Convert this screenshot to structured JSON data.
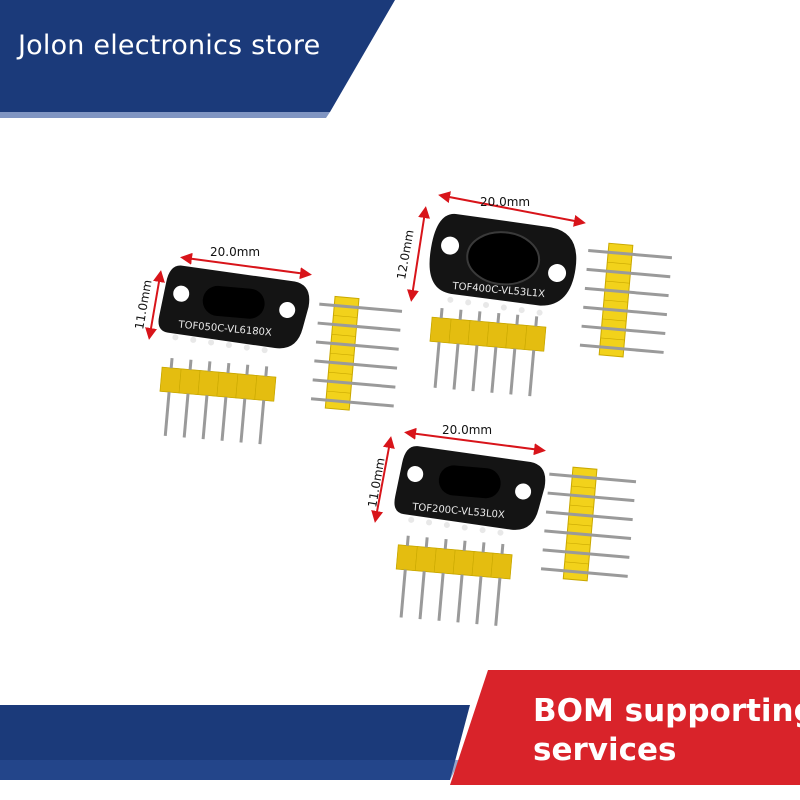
{
  "header": {
    "store_name": "Jolon electronics store",
    "color": "#1b3a7a"
  },
  "footer": {
    "line1": "BOM supporting",
    "line2": "services",
    "red": "#d9232a",
    "blue": "#1b3a7a"
  },
  "modules": [
    {
      "board_label": "TOF050C-VL6180X",
      "width_label": "20.0mm",
      "height_label": "11.0mm"
    },
    {
      "board_label": "TOF400C-VL53L1X",
      "width_label": "20.0mm",
      "height_label": "12.0mm"
    },
    {
      "board_label": "TOF200C-VL53L0X",
      "width_label": "20.0mm",
      "height_label": "11.0mm"
    }
  ],
  "colors": {
    "pcb": "#141414",
    "header_plastic": "#f2d21b",
    "pin_metal": "#9a9a9a",
    "dimension_arrow": "#d8141a"
  }
}
